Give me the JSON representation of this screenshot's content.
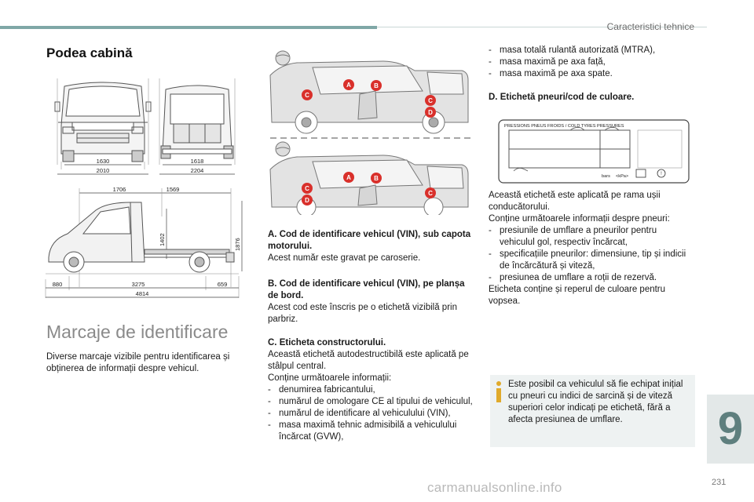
{
  "header": {
    "title": "Caracteristici tehnice",
    "chapter": "9",
    "page_number": "231"
  },
  "watermark": "carmanualsonline.info",
  "section": {
    "title": "Podea cabină",
    "dims": {
      "front_w1": "1630",
      "front_w2": "2010",
      "rear_w1": "1618",
      "rear_w2": "2204",
      "side_top1": "1706",
      "side_top2": "1569",
      "side_h1": "1402",
      "side_h2": "1876",
      "side_b1": "880",
      "side_b2": "3275",
      "side_b3": "659",
      "side_total": "4814"
    }
  },
  "marcaje": {
    "title": "Marcaje de identificare",
    "intro": "Diverse marcaje vizibile pentru identificarea și obținerea de informații despre vehicul."
  },
  "labels": {
    "a": "A",
    "b": "B",
    "c": "C",
    "d": "D"
  },
  "sec_a": {
    "title": "A. Cod de identificare vehicul (VIN), sub capota motorului.",
    "text": "Acest număr este gravat pe caroserie."
  },
  "sec_b": {
    "title": "B. Cod de identificare vehicul (VIN), pe planșa de bord.",
    "text": "Acest cod este înscris pe o etichetă vizibilă prin parbriz."
  },
  "sec_c": {
    "title": "C. Eticheta constructorului.",
    "text": "Această etichetă autodestructibilă este aplicată pe stâlpul central.",
    "intro": "Conține următoarele informații:",
    "items": [
      "denumirea fabricantului,",
      "numărul de omologare CE al tipului de vehiculul,",
      "numărul de identificare al vehiculului (VIN),",
      "masa maximă tehnic admisibilă a vehiculului încărcat (GVW),"
    ]
  },
  "sec_c_cont": {
    "items": [
      "masa totală rulantă autorizată (MTRA),",
      "masa maximă pe axa față,",
      "masa maximă pe axa spate."
    ]
  },
  "sec_d": {
    "title": "D. Etichetă pneuri/cod de culoare.",
    "label_header": "PRESSIONS PNEUS FROIDS / COLD TYRES PRESSURES",
    "label_bars": "bars",
    "label_kpa": "<kPa>",
    "text1": "Această etichetă este aplicată pe rama ușii conducătorului.",
    "intro": "Conține următoarele informații despre pneuri:",
    "items": [
      "presiunile de umflare a pneurilor pentru vehiculul gol, respectiv încărcat,",
      "specificațiile pneurilor: dimensiune, tip și indicii de încărcătură și viteză,",
      "presiunea de umflare a roții de rezervă."
    ],
    "text2": "Eticheta conține și reperul de culoare pentru vopsea."
  },
  "info": {
    "icon": "info-icon",
    "text": "Este posibil ca vehiculul să fie echipat inițial cu pneuri cu indici de sarcină și de viteză superiori celor indicați pe etichetă, fără a afecta presiunea de umflare."
  },
  "colors": {
    "accent": "#7fa7a6",
    "marker": "#d9302b",
    "info": "#e0aa2b"
  }
}
